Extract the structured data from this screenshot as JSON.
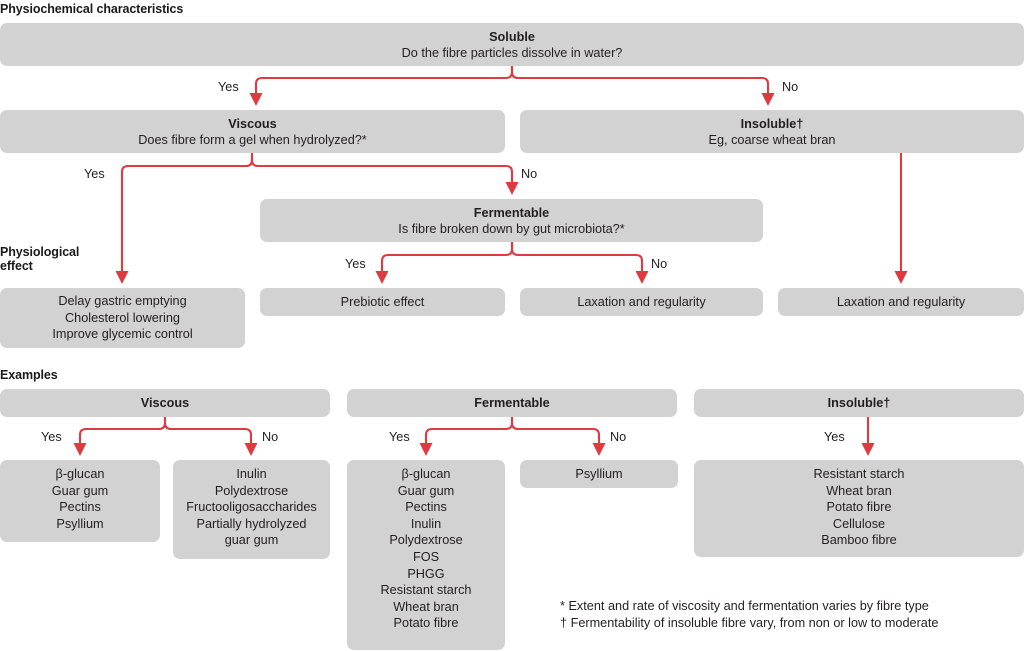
{
  "accent_color": "#e03a41",
  "box_color": "#d2d2d2",
  "sections": {
    "physicochemical": "Physiochemical characteristics",
    "physiological_effect": "Physiological\neffect",
    "examples": "Examples"
  },
  "flow": {
    "soluble": {
      "title": "Soluble",
      "question": "Do the fibre particles dissolve in water?"
    },
    "viscous": {
      "title": "Viscous",
      "question": "Does fibre form a gel when hydrolyzed?*"
    },
    "insoluble": {
      "title": "Insoluble†",
      "question": "Eg, coarse wheat bran"
    },
    "fermentable": {
      "title": "Fermentable",
      "question": "Is fibre broken down by gut microbiota?*"
    },
    "outcomes": {
      "viscous_yes": "Delay gastric emptying\nCholesterol lowering\nImprove glycemic control",
      "fermentable_yes": "Prebiotic effect",
      "fermentable_no": "Laxation and regularity",
      "insoluble_out": "Laxation and regularity"
    },
    "edge_labels": {
      "soluble_yes": "Yes",
      "soluble_no": "No",
      "viscous_yes": "Yes",
      "viscous_no": "No",
      "fermentable_yes": "Yes",
      "fermentable_no": "No"
    }
  },
  "examples": {
    "headers": {
      "viscous": "Viscous",
      "fermentable": "Fermentable",
      "insoluble": "Insoluble†"
    },
    "edge_labels": {
      "viscous_yes": "Yes",
      "viscous_no": "No",
      "fermentable_yes": "Yes",
      "fermentable_no": "No",
      "insoluble_yes": "Yes"
    },
    "viscous_yes": "β-glucan\nGuar gum\nPectins\nPsyllium",
    "viscous_no": "Inulin\nPolydextrose\nFructooligosaccharides\nPartially hydrolyzed\nguar gum",
    "fermentable_yes": "β-glucan\nGuar gum\nPectins\nInulin\nPolydextrose\nFOS\nPHGG\nResistant starch\nWheat bran\nPotato fibre",
    "fermentable_no": "Psyllium",
    "insoluble_yes": "Resistant starch\nWheat bran\nPotato fibre\nCellulose\nBamboo fibre"
  },
  "footnotes": "* Extent and rate of viscosity and fermentation varies by fibre type\n† Fermentability of insoluble fibre vary, from non or low to moderate"
}
